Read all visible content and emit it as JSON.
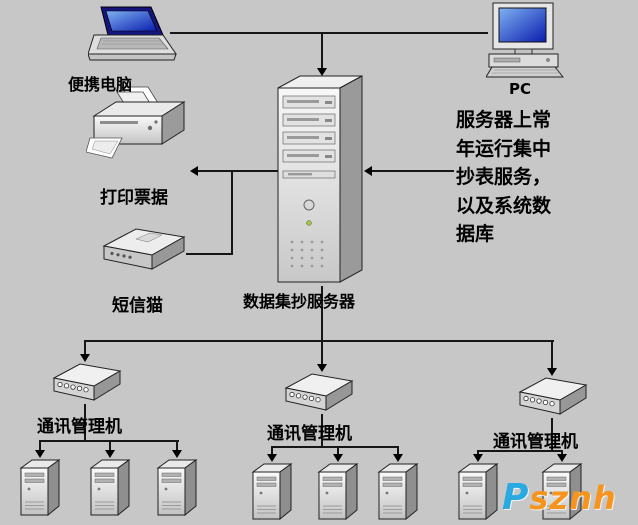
{
  "background_color": "#c7c7c7",
  "nodes": {
    "laptop": {
      "label": "便携电脑"
    },
    "pc": {
      "label": "PC"
    },
    "printer": {
      "label": "打印票据"
    },
    "modem": {
      "label": "短信猫"
    },
    "server": {
      "label": "数据集抄服务器"
    },
    "comm_managers": [
      {
        "label": "通讯管理机"
      },
      {
        "label": "通讯管理机"
      },
      {
        "label": "通讯管理机"
      }
    ]
  },
  "annotation": "服务器上常年运行集中抄表服务，以及系统数据库",
  "watermark": {
    "p": "P",
    "rest": "sznh",
    "color_p": "#29abe2",
    "color_rest": "#f7941d"
  },
  "colors": {
    "screen_blue": "#0a1cae",
    "line_black": "#161616"
  }
}
